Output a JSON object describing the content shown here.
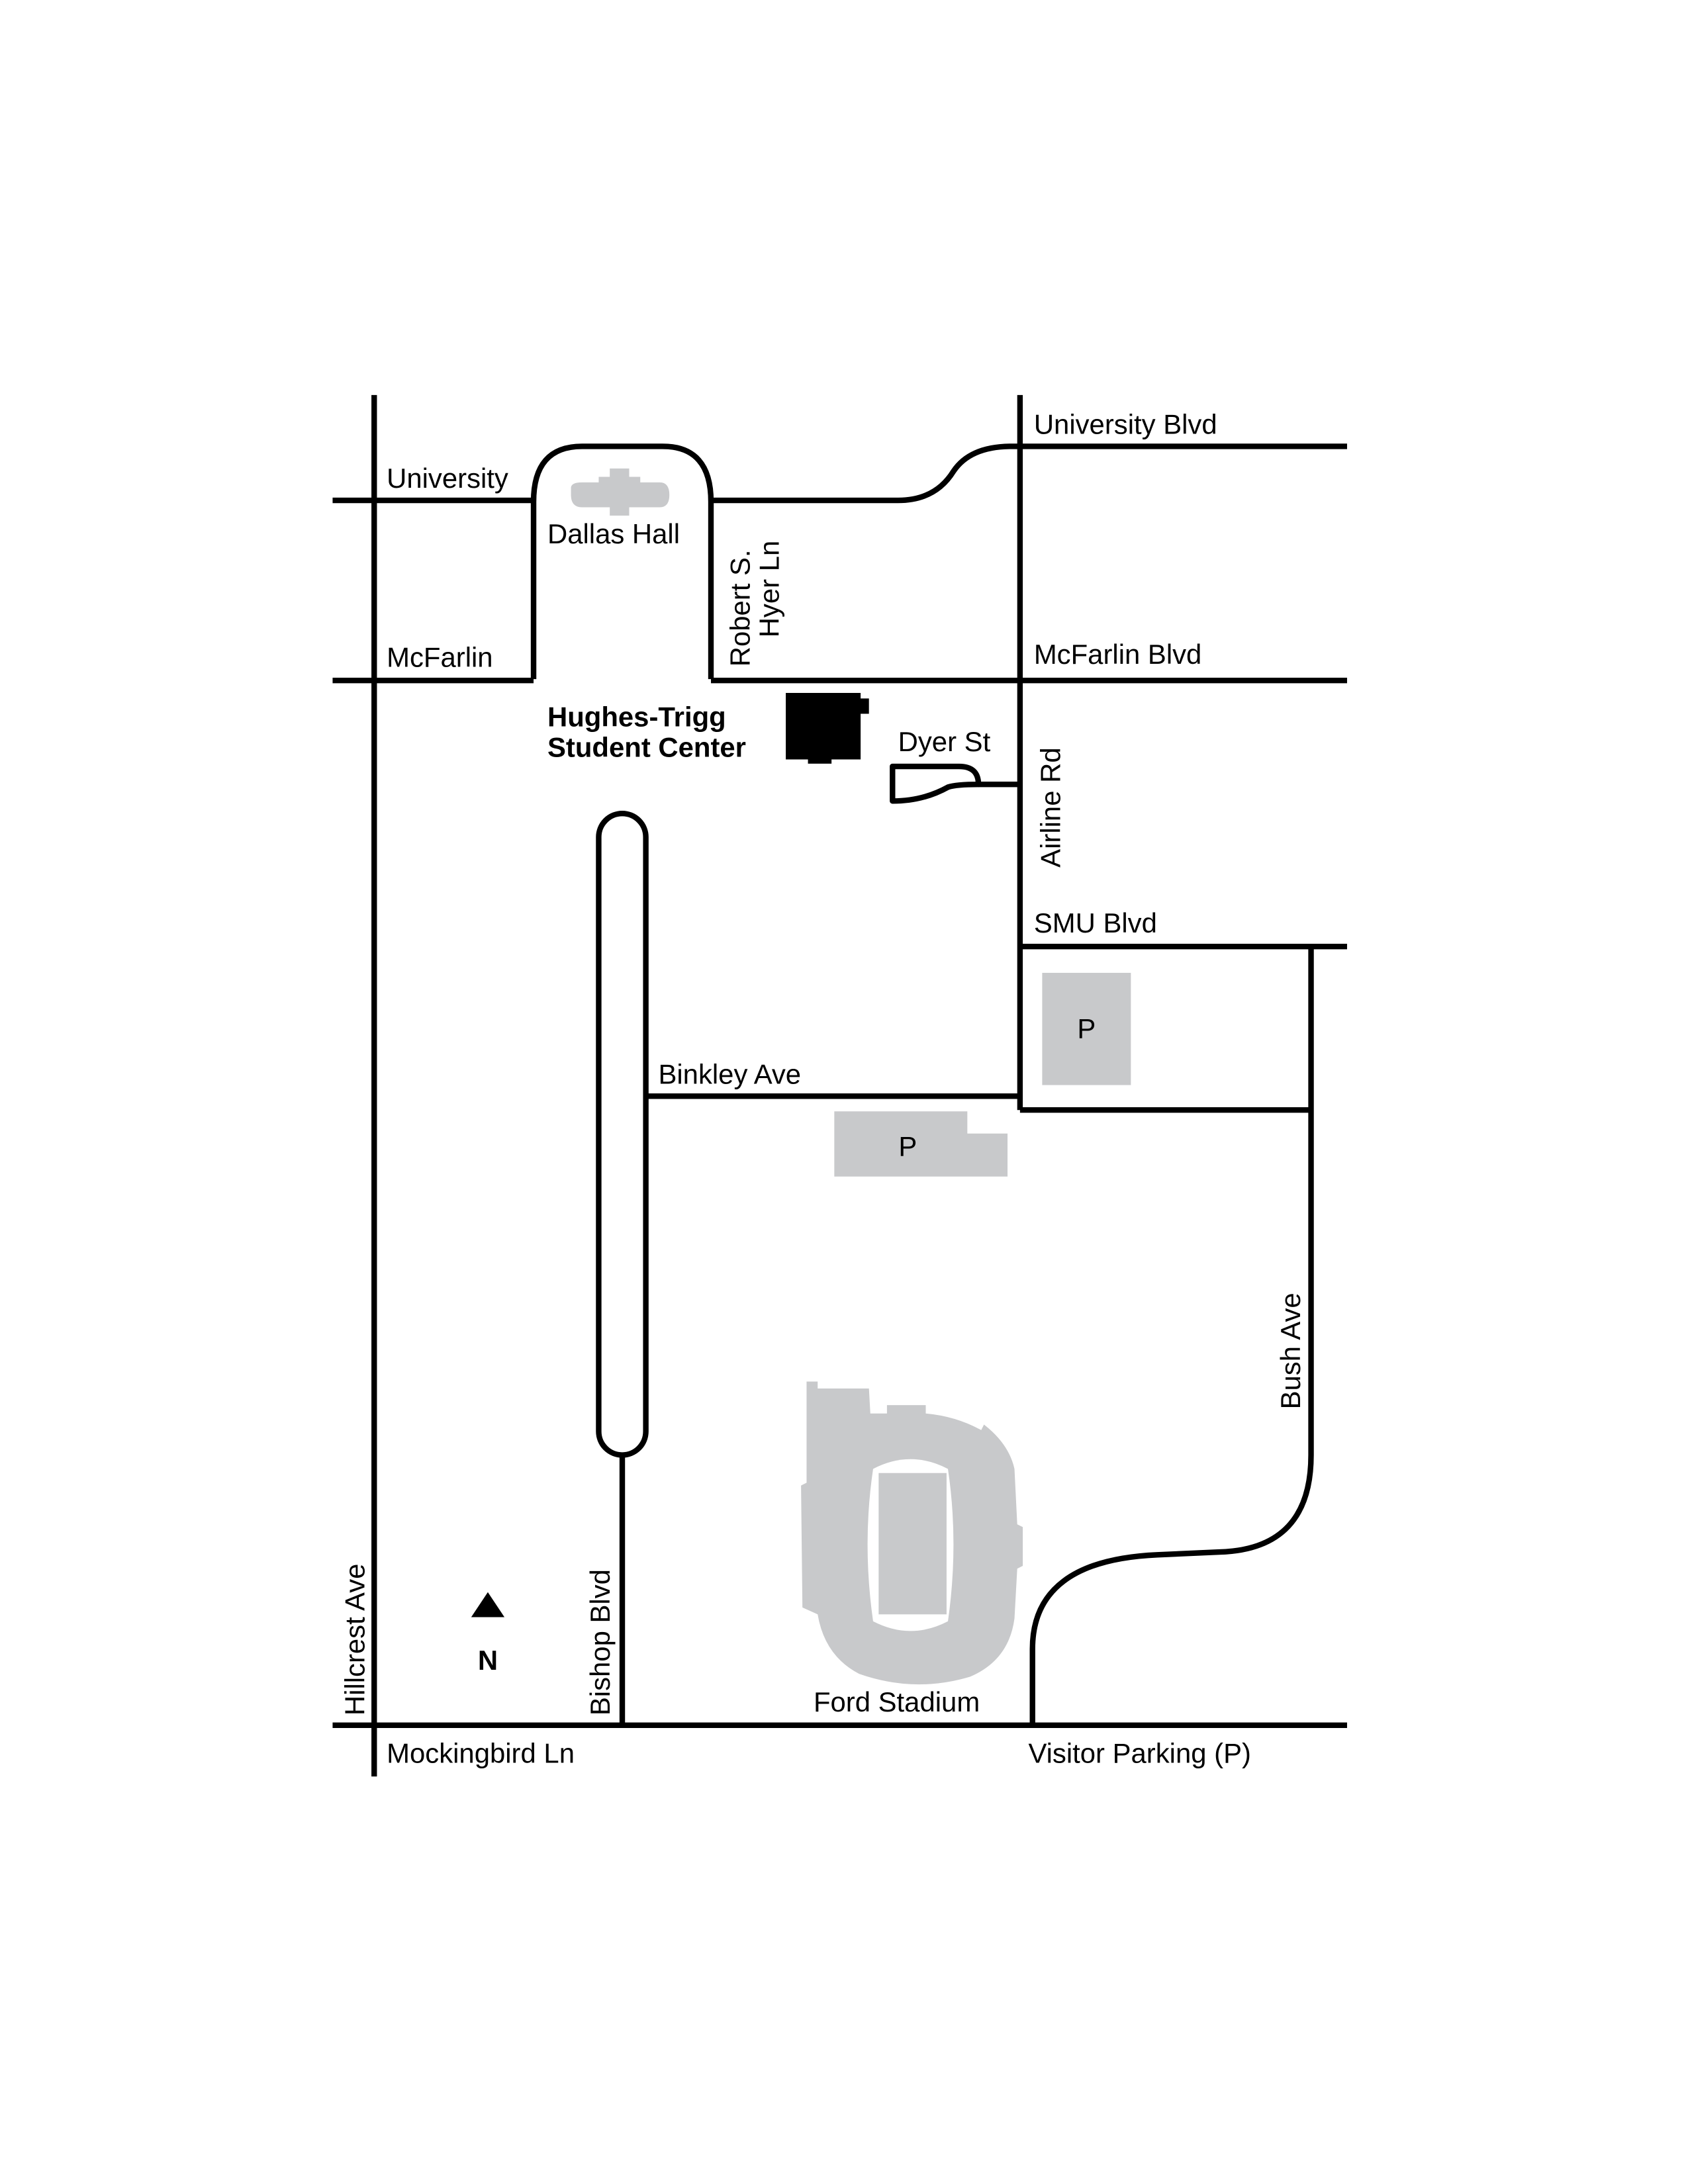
{
  "map": {
    "colors": {
      "road": "#000000",
      "building_gray": "#c8c9cb",
      "destination": "#000000",
      "background": "#ffffff"
    },
    "streets": {
      "university_left": "University",
      "university_blvd": "University Blvd",
      "mcfarlin_left": "McFarlin",
      "mcfarlin_blvd": "McFarlin Blvd",
      "robert_hyer_line1": "Robert S.",
      "robert_hyer_line2": "Hyer Ln",
      "dyer": "Dyer St",
      "airline": "Airline Rd",
      "smu_blvd": "SMU Blvd",
      "binkley": "Binkley Ave",
      "bush": "Bush Ave",
      "hillcrest": "Hillcrest Ave",
      "bishop": "Bishop Blvd",
      "mockingbird": "Mockingbird Ln"
    },
    "landmarks": {
      "dallas_hall": "Dallas Hall",
      "hughes_trigg_line1": "Hughes-Trigg",
      "hughes_trigg_line2": "Student Center",
      "ford_stadium": "Ford Stadium",
      "visitor_parking": "Visitor Parking (P)",
      "parking_1": "P",
      "parking_2": "P"
    },
    "north_arrow": {
      "label": "N",
      "icon": "north-arrow-icon"
    }
  }
}
